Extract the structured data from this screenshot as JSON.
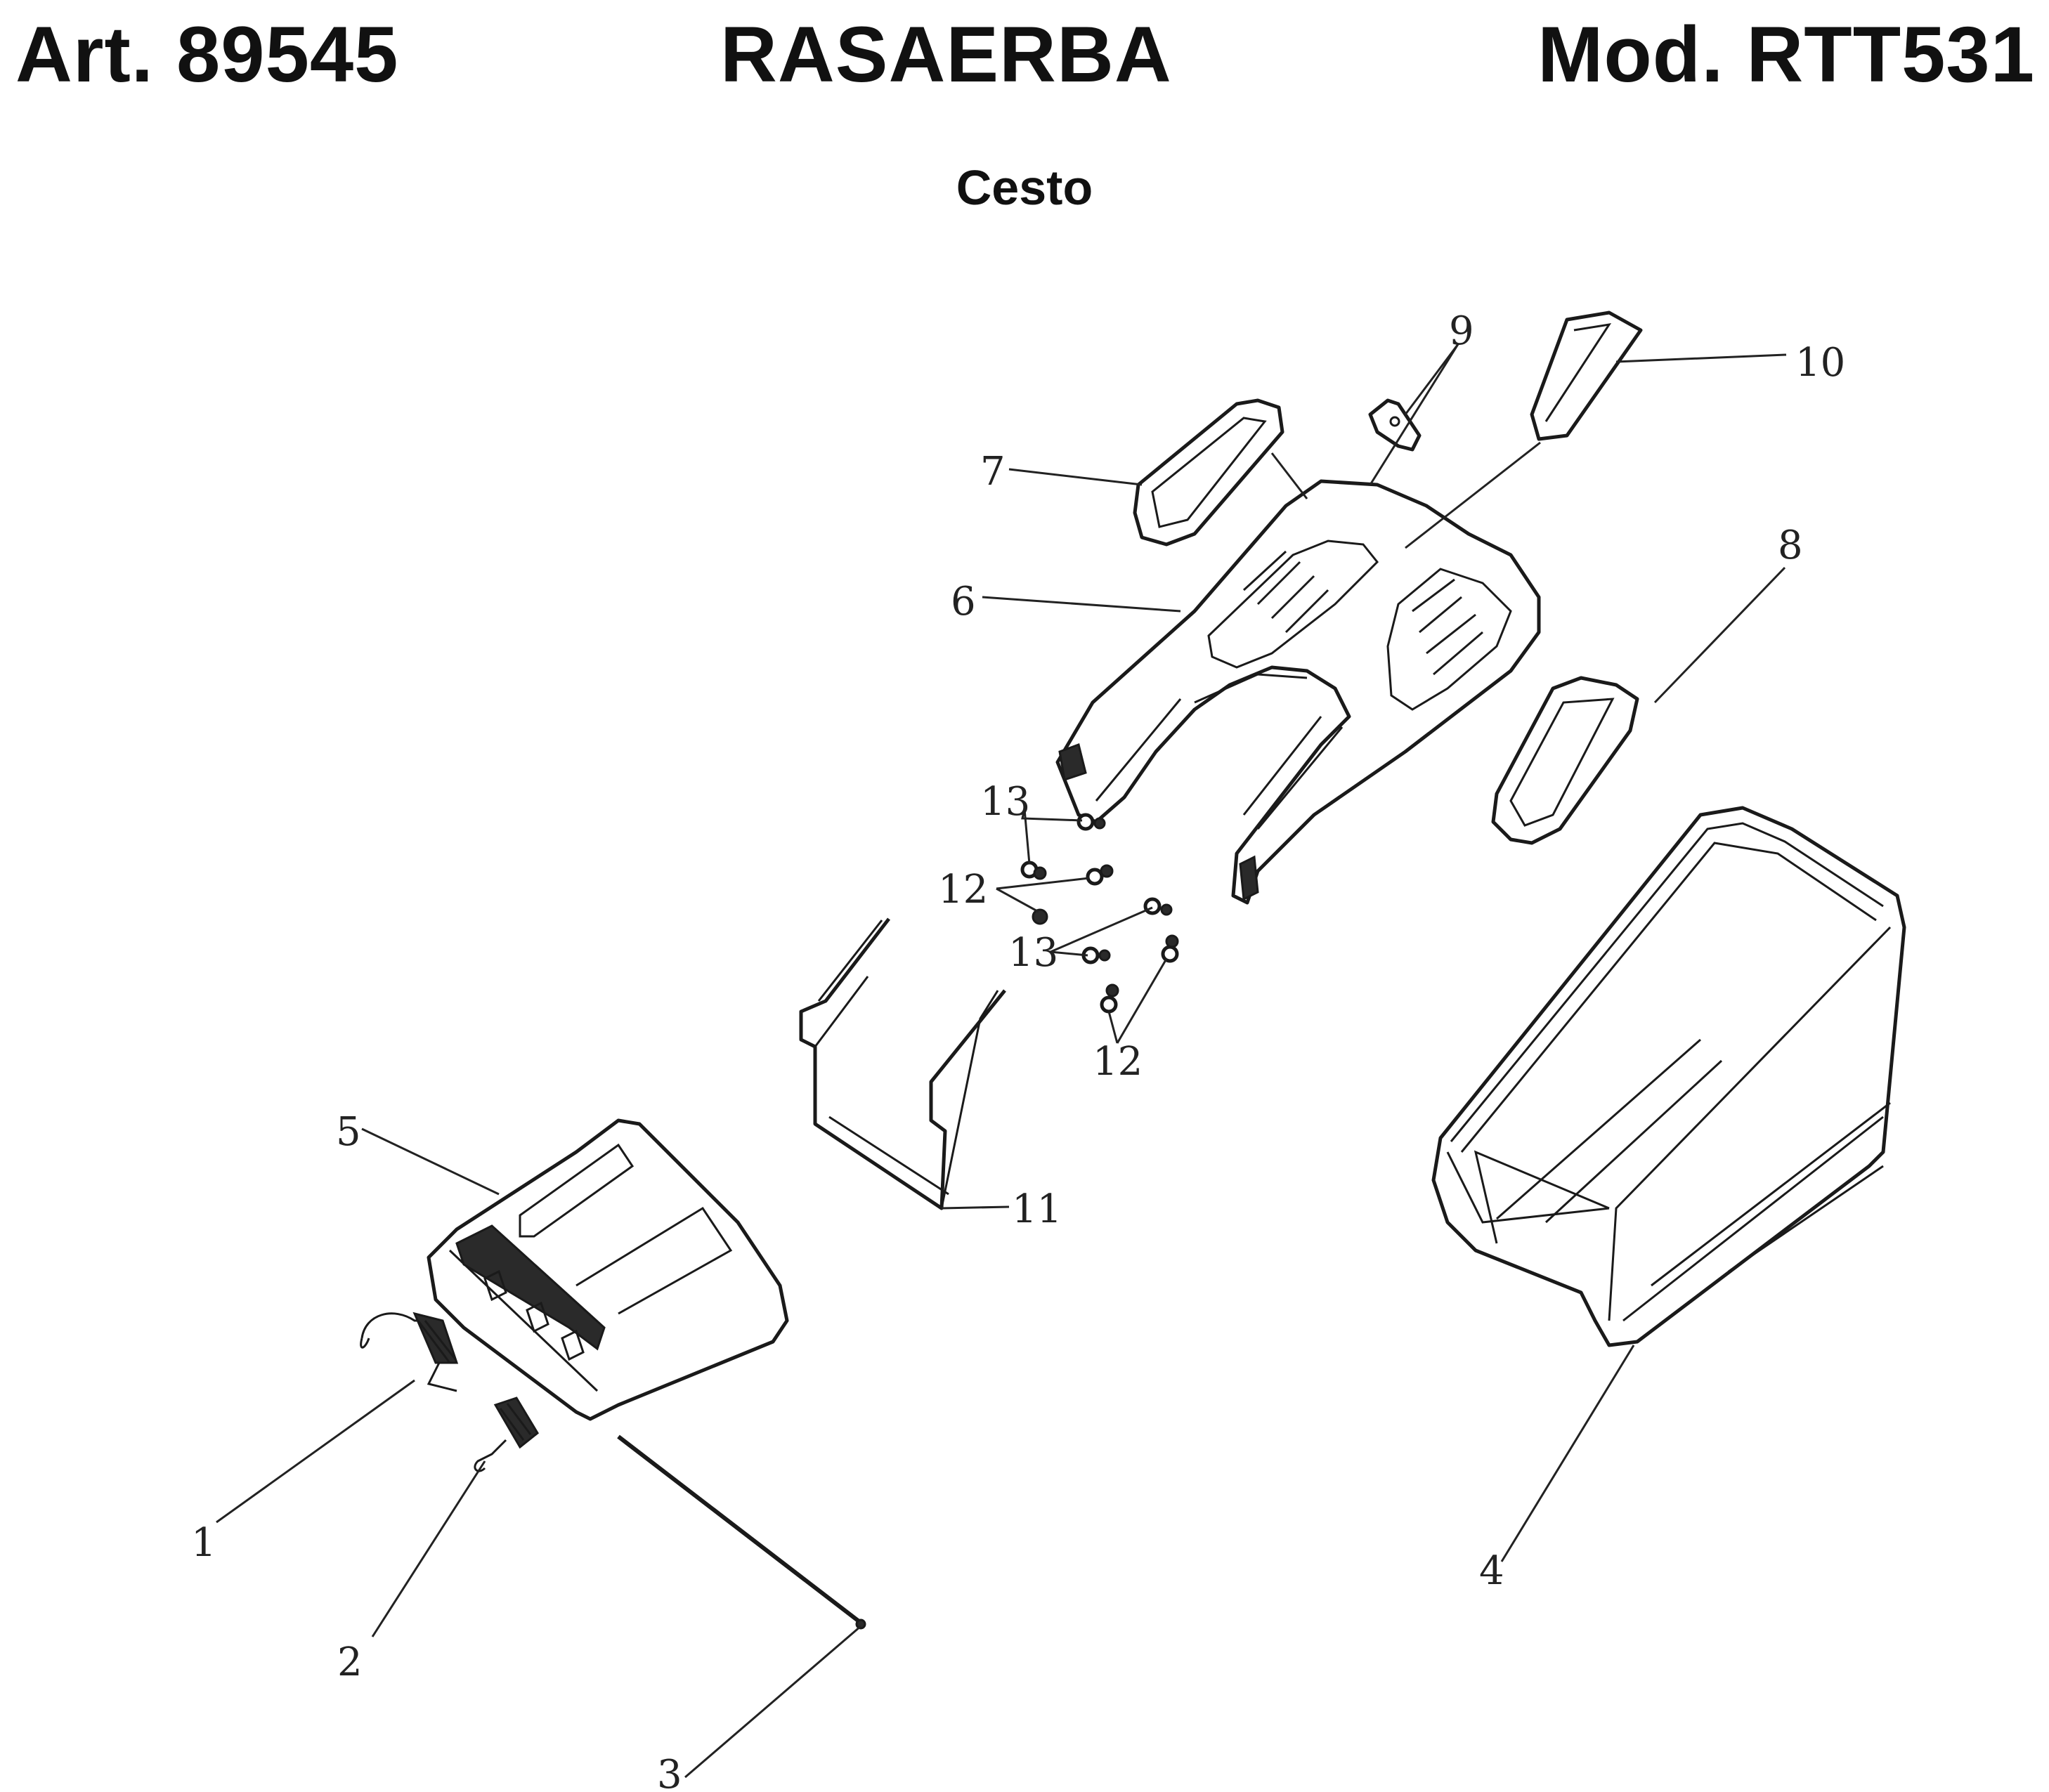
{
  "header": {
    "article": "Art. 89545",
    "product": "RASAERBA",
    "model": "Mod. RTT531"
  },
  "section_title": "Cesto",
  "callouts": {
    "c1": "1",
    "c2": "2",
    "c3": "3",
    "c4": "4",
    "c5": "5",
    "c6": "6",
    "c7": "7",
    "c8": "8",
    "c9": "9",
    "c10": "10",
    "c11": "11",
    "c12a": "12",
    "c12b": "12",
    "c13a": "13",
    "c13b": "13"
  }
}
